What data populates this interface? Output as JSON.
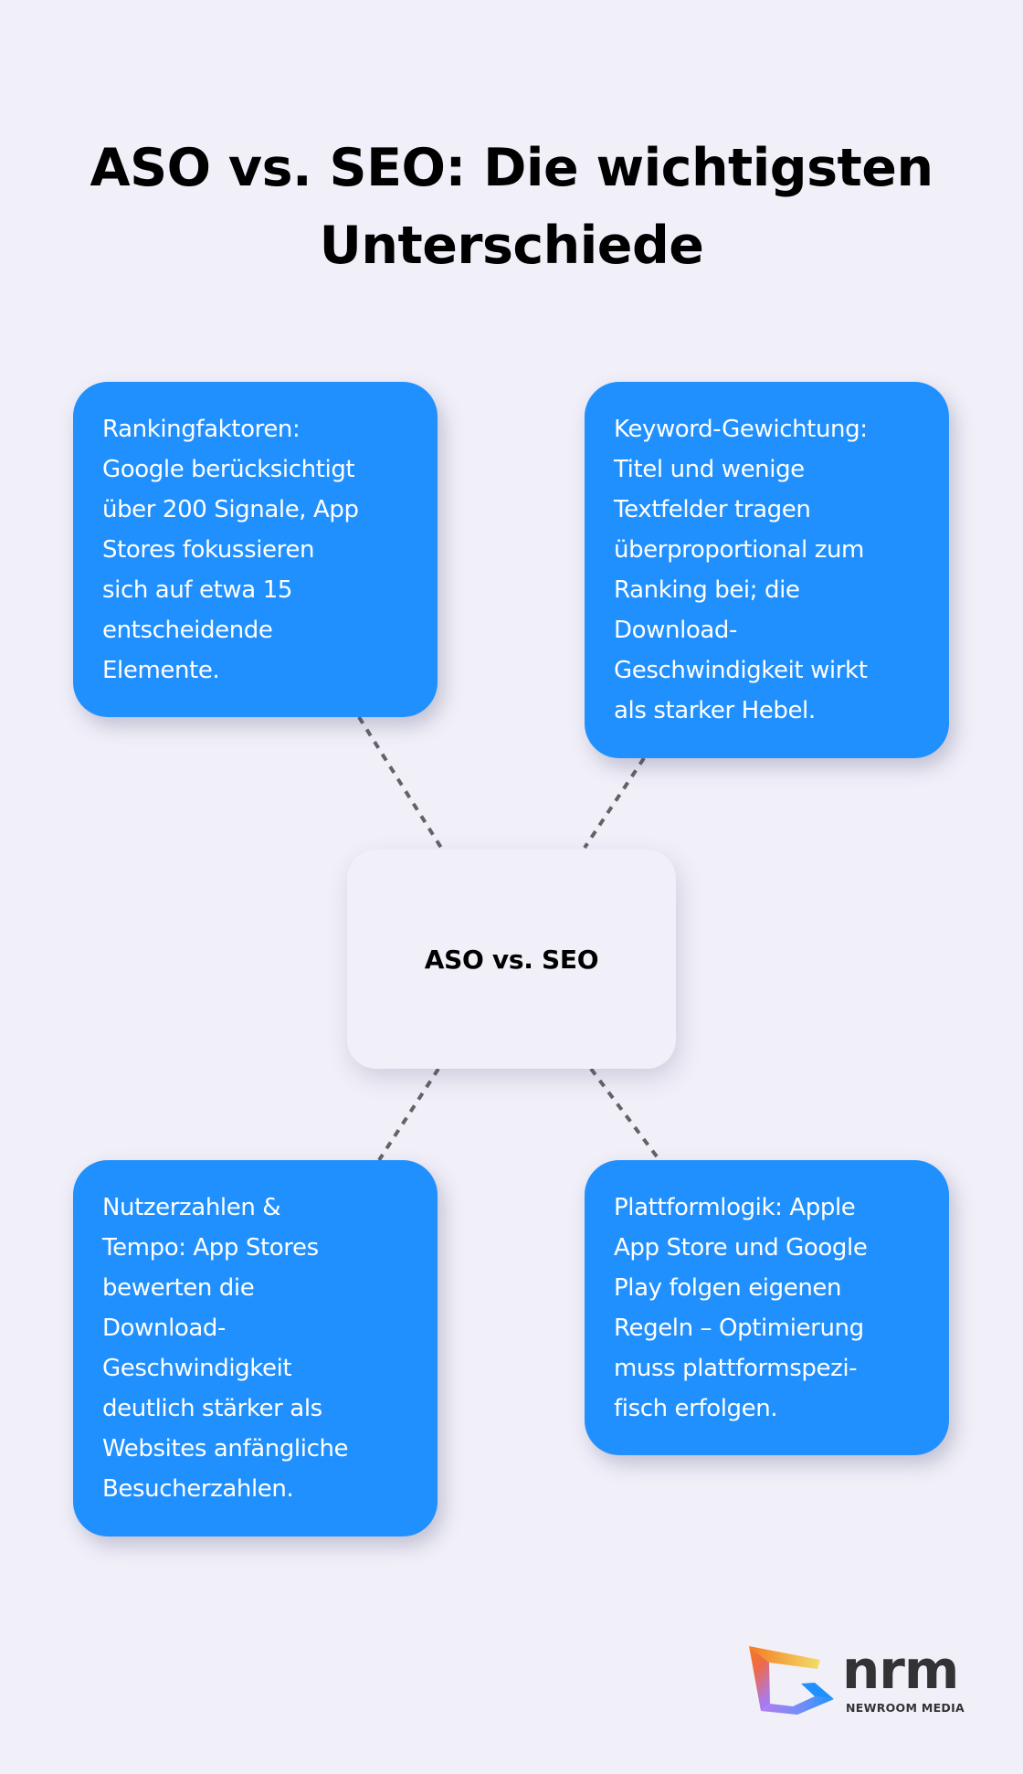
{
  "title": {
    "lines": [
      "ASO vs. SEO: Die wichtigsten",
      "Unterschiede"
    ]
  },
  "center": {
    "label": "ASO vs. SEO"
  },
  "cards": [
    {
      "id": "rankingfaktoren",
      "lines": [
        "Rankingfaktoren:",
        "Google berücksichtigt",
        "über 200 Signale, App",
        "Stores fokussieren",
        "sich auf etwa 15",
        "entscheidende",
        "Elemente."
      ]
    },
    {
      "id": "keyword-gewichtung",
      "lines": [
        "Keyword-Gewichtung:",
        "Titel und wenige",
        "Textfelder tragen",
        "überproportional zum",
        "Ranking bei; die",
        "Download-",
        "Geschwindigkeit wirkt",
        "als starker Hebel."
      ]
    },
    {
      "id": "nutzerzahlen-tempo",
      "lines": [
        "Nutzerzahlen &",
        "Tempo: App Stores",
        "bewerten die",
        "Download-",
        "Geschwindigkeit",
        "deutlich stärker als",
        "Websites anfängliche",
        "Besucherzahlen."
      ]
    },
    {
      "id": "plattformlogik",
      "lines": [
        "Plattformlogik: Apple",
        "App Store und Google",
        "Play folgen eigenen",
        "Regeln – Optimierung",
        "muss plattformspezi-",
        "fisch erfolgen."
      ]
    }
  ],
  "logo": {
    "wordmark": "nrm",
    "subtitle": "NEWROOM MEDIA",
    "icon": "nrm-logo-icon"
  },
  "colors": {
    "background": "#F1F0F9",
    "card": "#2190FF",
    "card_text": "#FFFFFF",
    "connector": "#636366",
    "title_text": "#000000",
    "logo_text": "#333336"
  }
}
